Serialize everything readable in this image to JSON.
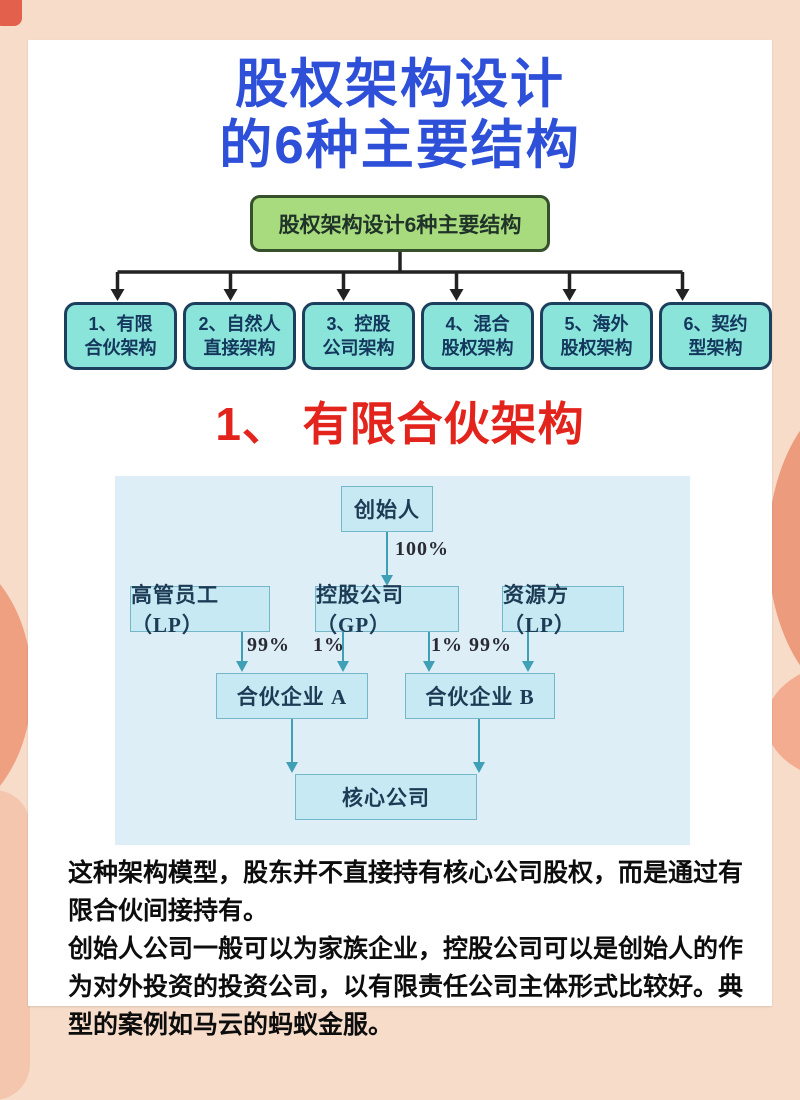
{
  "page": {
    "title_line1": "股权架构设计",
    "title_line2": "的6种主要结构"
  },
  "overview": {
    "root_label": "股权架构设计6种主要结构",
    "branches": [
      {
        "line1": "1、有限",
        "line2": "合伙架构"
      },
      {
        "line1": "2、自然人",
        "line2": "直接架构"
      },
      {
        "line1": "3、控股",
        "line2": "公司架构"
      },
      {
        "line1": "4、混合",
        "line2": "股权架构"
      },
      {
        "line1": "5、海外",
        "line2": "股权架构"
      },
      {
        "line1": "6、契约",
        "line2": "型架构"
      }
    ]
  },
  "section": {
    "heading": "1、 有限合伙架构"
  },
  "diagram": {
    "nodes": {
      "founder": "创始人",
      "executives_lp": "高管员工（LP）",
      "holding_gp": "控股公司（GP）",
      "resources_lp": "资源方（LP）",
      "partnership_a": "合伙企业 A",
      "partnership_b": "合伙企业 B",
      "core_company": "核心公司"
    },
    "edge_labels": {
      "founder_to_gp": "100%",
      "executives_to_a": "99%",
      "gp_to_a": "1%",
      "gp_and_resources_to_b": "1% 99%"
    }
  },
  "notes": {
    "paragraph1": "这种架构模型，股东并不直接持有核心公司股权，而是通过有限合伙间接持有。",
    "paragraph2": "创始人公司一般可以为家族企业，控股公司可以是创始人的作为对外投资的投资公司，以有限责任公司主体形式比较好。典型的案例如马云的蚂蚁金服。"
  },
  "colors": {
    "background_peach": "#f7dcca",
    "accent_salmon": "#efa081",
    "accent_coral": "#e2604c",
    "title_blue": "#2e4fd8",
    "heading_red": "#e3241d",
    "root_green_fill": "#a8da7e",
    "branch_cyan_fill": "#8be4da",
    "branch_border_navy": "#1d3f5e",
    "diagram_background": "#ddeef7",
    "diagram_node_fill": "#c6e9f3",
    "diagram_arrow_teal": "#3f9fb5"
  }
}
